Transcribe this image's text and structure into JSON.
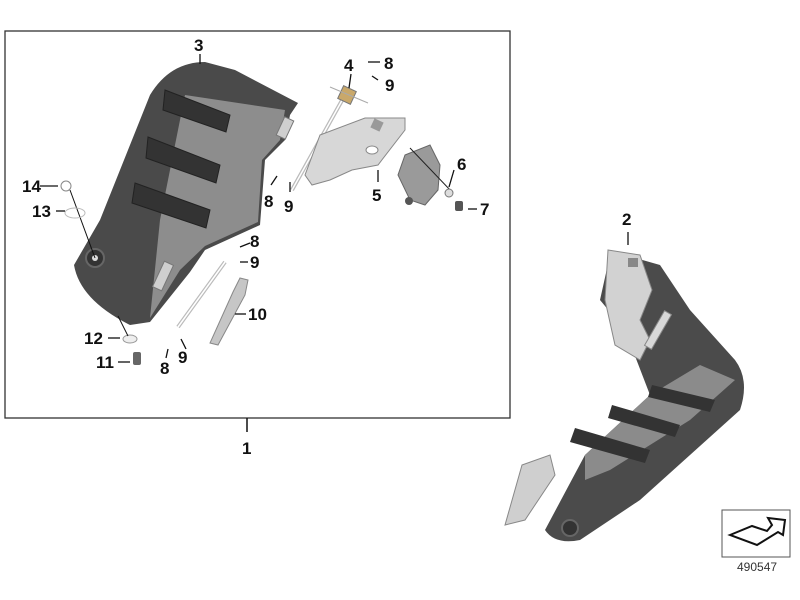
{
  "diagram": {
    "type": "exploded-parts-view",
    "reference_number": "490547",
    "assembly_group_label": "1",
    "callouts": [
      {
        "id": "c1",
        "label": "1"
      },
      {
        "id": "c2",
        "label": "2"
      },
      {
        "id": "c3",
        "label": "3"
      },
      {
        "id": "c4",
        "label": "4"
      },
      {
        "id": "c5",
        "label": "5"
      },
      {
        "id": "c6",
        "label": "6"
      },
      {
        "id": "c7",
        "label": "7"
      },
      {
        "id": "c8a",
        "label": "8"
      },
      {
        "id": "c9a",
        "label": "9"
      },
      {
        "id": "c8b",
        "label": "8"
      },
      {
        "id": "c9b",
        "label": "9"
      },
      {
        "id": "c8c",
        "label": "8"
      },
      {
        "id": "c9c",
        "label": "9"
      },
      {
        "id": "c8d",
        "label": "8"
      },
      {
        "id": "c9d",
        "label": "9"
      },
      {
        "id": "c10",
        "label": "10"
      },
      {
        "id": "c11",
        "label": "11"
      },
      {
        "id": "c12",
        "label": "12"
      },
      {
        "id": "c13",
        "label": "13"
      },
      {
        "id": "c14",
        "label": "14"
      }
    ],
    "colors": {
      "frame": "#333333",
      "plate_dark": "#4a4a4a",
      "plate_mid": "#8c8c8c",
      "metal": "#c8c8c8",
      "pad": "#3a3a3a"
    }
  }
}
